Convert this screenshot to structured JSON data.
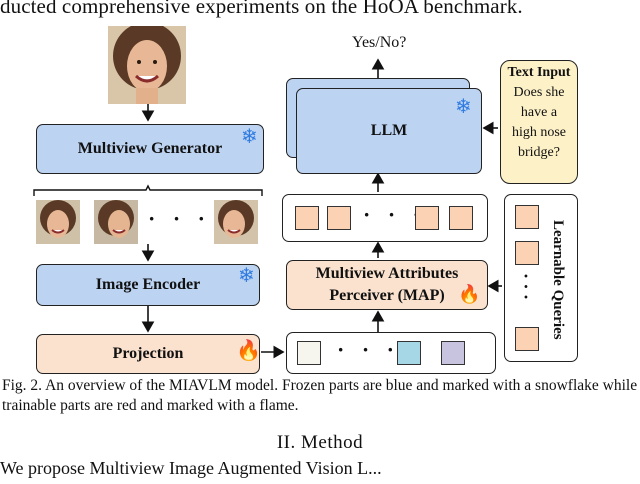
{
  "top_text": "ducted comprehensive experiments on the HoOA benchmark.",
  "figure": {
    "left_column": {
      "multiview_generator": "Multiview Generator",
      "ellipsis": "· · ·",
      "image_encoder": "Image Encoder",
      "projection": "Projection"
    },
    "right_column": {
      "output": "Yes/No?",
      "llm": "LLM",
      "map_line1": "Multiview Attributes",
      "map_line2": "Perceiver (MAP)",
      "token_ellipsis": "· · ·",
      "learnable_queries": "Learnable Queries",
      "queries_ellipsis": "·  ·  ·"
    },
    "text_input": {
      "title": "Text Input",
      "body_lines": [
        "Does she",
        "have a",
        "high nose",
        "bridge?"
      ]
    },
    "icons": [
      "snowflake-icon",
      "flame-icon"
    ],
    "colors": {
      "frozen": "#bcd3f2",
      "trainable": "#fbe2cf",
      "text_input_bg": "#fdf1c8"
    }
  },
  "caption": "Fig. 2.  An overview of the MIAVLM model. Frozen parts are blue and marked with a snowflake while trainable parts are red and marked with a flame.",
  "section_heading": "II. Method",
  "bottom_text": "We propose Multiview Image Augmented Vision L..."
}
